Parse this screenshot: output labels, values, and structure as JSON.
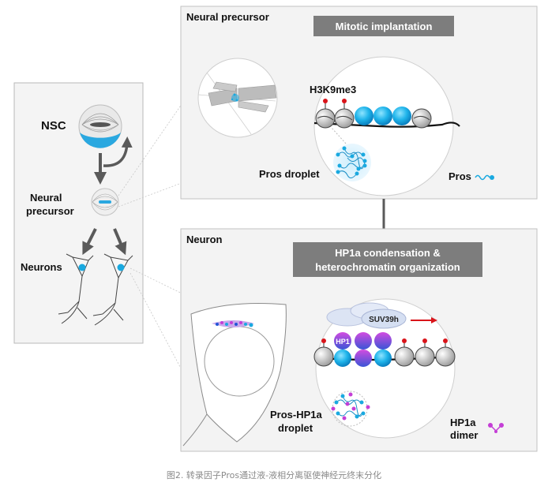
{
  "left_panel": {
    "nsc_label": "NSC",
    "precursor_label_line1": "Neural",
    "precursor_label_line2": "precursor",
    "neurons_label": "Neurons"
  },
  "top_panel": {
    "title": "Neural precursor",
    "banner": "Mitotic implantation",
    "mark_label": "H3K9me3",
    "droplet_label": "Pros droplet",
    "legend_label": "Pros"
  },
  "bottom_panel": {
    "title": "Neuron",
    "banner_line1": "HP1a condensation &",
    "banner_line2": "heterochromatin organization",
    "suv_label": "SUV39h",
    "hp1_label": "HP1",
    "droplet_line1": "Pros-HP1a",
    "droplet_line2": "droplet",
    "dimer_line1": "HP1a",
    "dimer_line2": "dimer"
  },
  "caption": "图2. 转录因子Pros通过液-液相分离驱使神经元终末分化",
  "colors": {
    "pros_cyan": "#19a9e0",
    "hp1_magenta": "#c43ed6",
    "banner_gray": "#7d7d7d",
    "panel_fill": "#f3f3f3",
    "arrow_red": "#d9141a"
  }
}
